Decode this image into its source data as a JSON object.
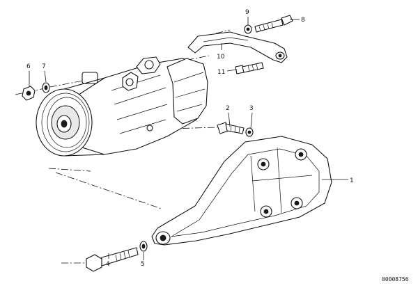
{
  "callouts": [
    {
      "id": "1",
      "label": "1"
    },
    {
      "id": "2",
      "label": "2"
    },
    {
      "id": "3",
      "label": "3"
    },
    {
      "id": "4",
      "label": "4"
    },
    {
      "id": "5",
      "label": "5"
    },
    {
      "id": "6",
      "label": "6"
    },
    {
      "id": "7",
      "label": "7"
    },
    {
      "id": "8",
      "label": "8"
    },
    {
      "id": "9",
      "label": "9"
    },
    {
      "id": "10",
      "label": "10"
    },
    {
      "id": "11",
      "label": "11"
    }
  ],
  "document_number": "00008756"
}
